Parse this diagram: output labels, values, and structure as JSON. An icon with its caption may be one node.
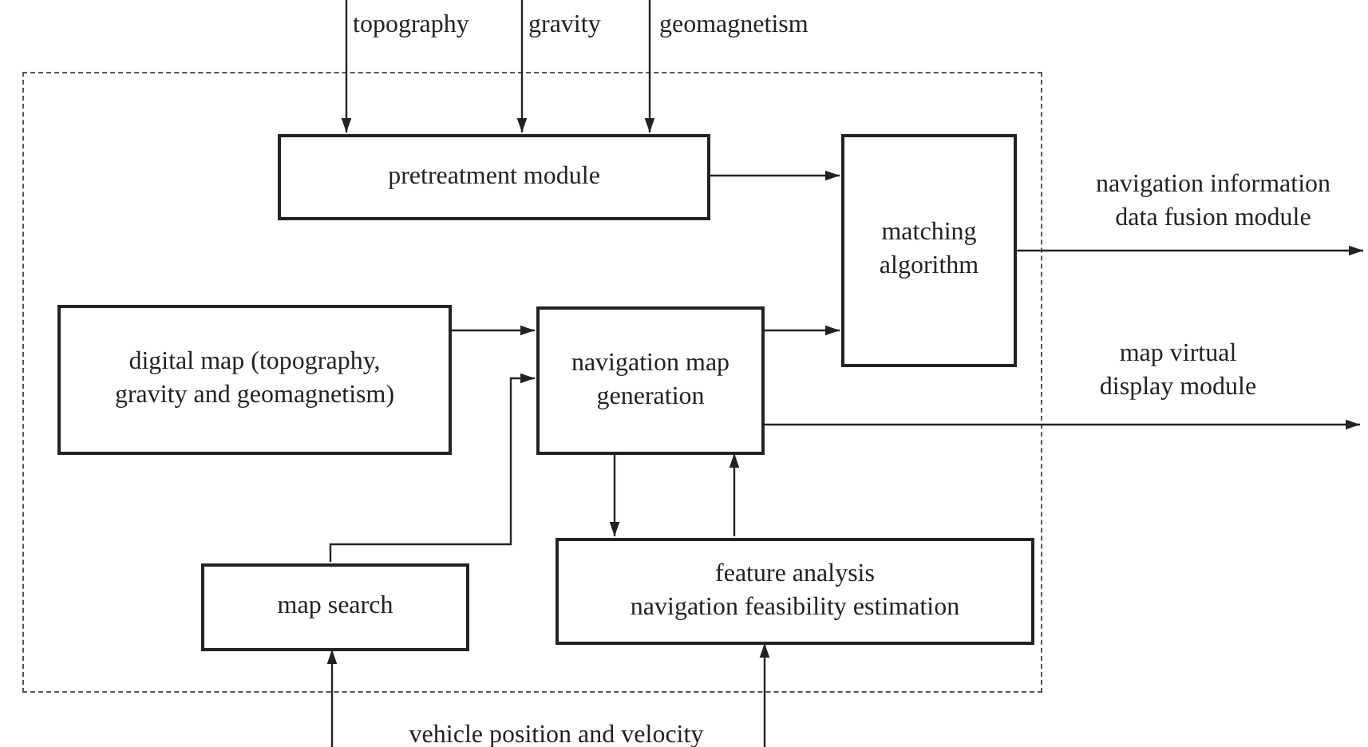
{
  "diagram": {
    "nodes": [
      {
        "text": [],
        "shape": "box"
      },
      {
        "text": [
          "pretreatment module"
        ],
        "in": 0
      },
      {
        "text": [
          "matching algorithm"
        ],
        "in": 0
      },
      {
        "text": [
          "digital map (topography, gravity and geomagnetism)"
        ],
        "in": 0
      },
      {
        "text": [
          "navigation map generation"
        ],
        "in": 0
      },
      {
        "text": [
          "map search"
        ],
        "in": 0
      },
      {
        "text": [
          "feature analysis",
          "navigation feasibility estimation"
        ],
        "in": 0
      }
    ],
    "edges": [
      {
        "from": null,
        "to": 1,
        "arrow": "to",
        "label": "topography"
      },
      {
        "from": null,
        "to": 1,
        "arrow": "to",
        "label": "gravity"
      },
      {
        "from": null,
        "to": 1,
        "arrow": "to",
        "label": "geomagnetism"
      },
      {
        "from": 1,
        "to": 2,
        "arrow": "to"
      },
      {
        "from": 3,
        "to": 4,
        "arrow": "to"
      },
      {
        "from": 5,
        "to": 4,
        "arrow": "to"
      },
      {
        "from": 4,
        "to": 2,
        "arrow": "to"
      },
      {
        "from": 2,
        "to": null,
        "arrow": "to",
        "label": "navigation information data fusion module"
      },
      {
        "from": 4,
        "to": null,
        "arrow": "to",
        "label": "map virtual display module"
      },
      {
        "from": 4,
        "to": 6,
        "arrow": "to"
      },
      {
        "from": 6,
        "to": 4,
        "arrow": "to"
      },
      {
        "from": null,
        "to": 5,
        "arrow": "to"
      },
      {
        "from": null,
        "to": 6,
        "arrow": "to"
      }
    ],
    "labels": [
      "vehicle position and velocity"
    ]
  }
}
